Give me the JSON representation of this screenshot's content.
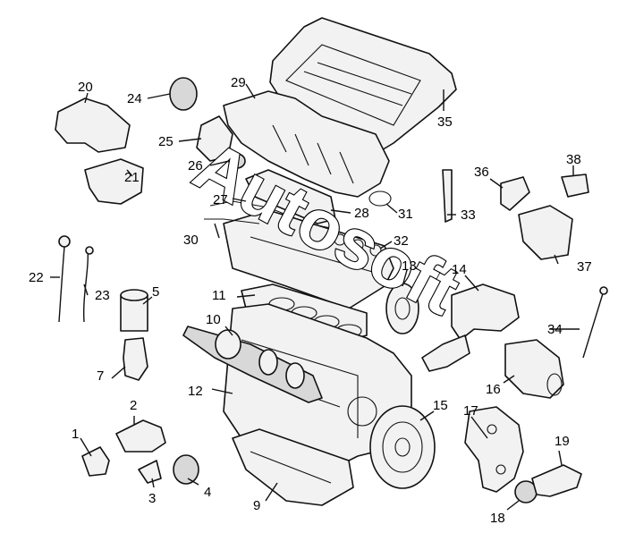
{
  "diagram": {
    "watermark": "Autosoft",
    "callouts": [
      "1",
      "2",
      "3",
      "4",
      "5",
      "7",
      "9",
      "10",
      "11",
      "12",
      "13",
      "14",
      "15",
      "16",
      "17",
      "18",
      "19",
      "20",
      "21",
      "22",
      "23",
      "24",
      "25",
      "26",
      "27",
      "28",
      "29",
      "30",
      "31",
      "32",
      "33",
      "34",
      "35",
      "36",
      "37",
      "38"
    ]
  }
}
